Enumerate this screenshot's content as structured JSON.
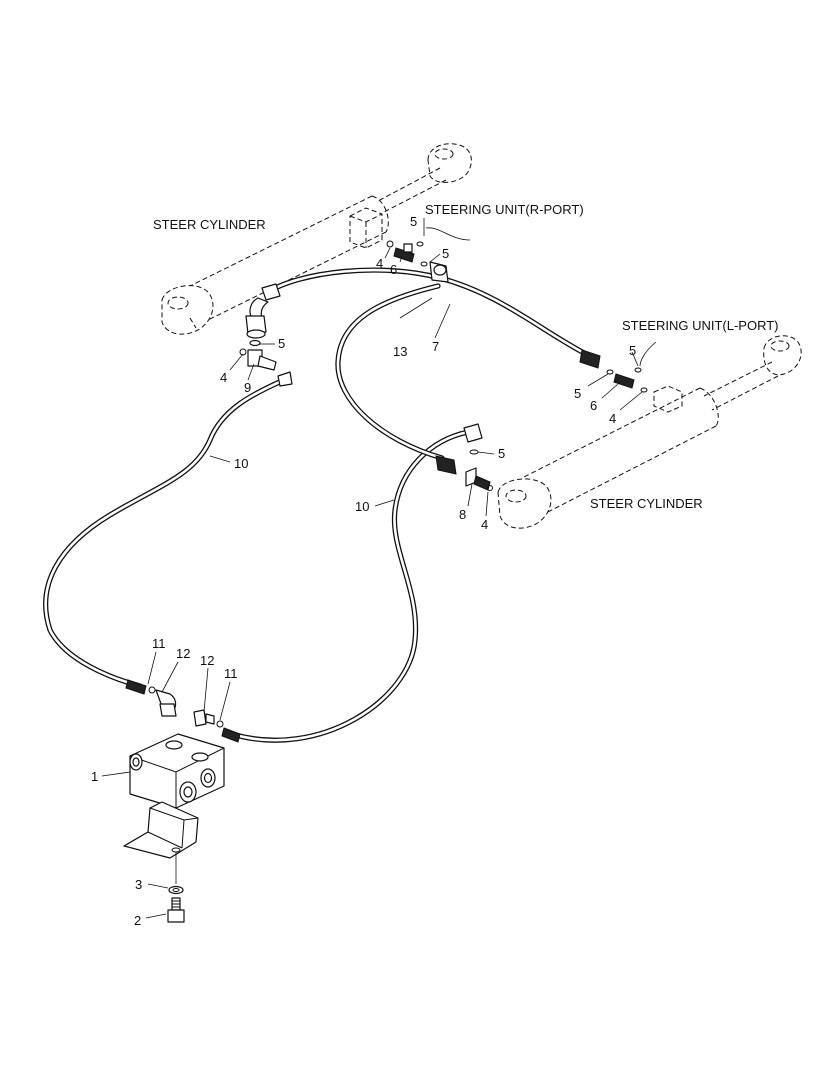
{
  "labels": {
    "steer_cylinder_left": "STEER CYLINDER",
    "steer_cylinder_right": "STEER CYLINDER",
    "steering_unit_r_port": "STEERING UNIT(R-PORT)",
    "steering_unit_l_port": "STEERING UNIT(L-PORT)"
  },
  "callouts": {
    "c1": "1",
    "c2": "2",
    "c3": "3",
    "c4_a": "4",
    "c4_b": "4",
    "c4_c": "4",
    "c4_d": "4",
    "c5_a": "5",
    "c5_b": "5",
    "c5_c": "5",
    "c5_d": "5",
    "c5_e": "5",
    "c5_f": "5",
    "c6_a": "6",
    "c6_b": "6",
    "c7": "7",
    "c8": "8",
    "c9": "9",
    "c10_a": "10",
    "c10_b": "10",
    "c11_a": "11",
    "c11_b": "11",
    "c12_a": "12",
    "c12_b": "12",
    "c13": "13"
  }
}
